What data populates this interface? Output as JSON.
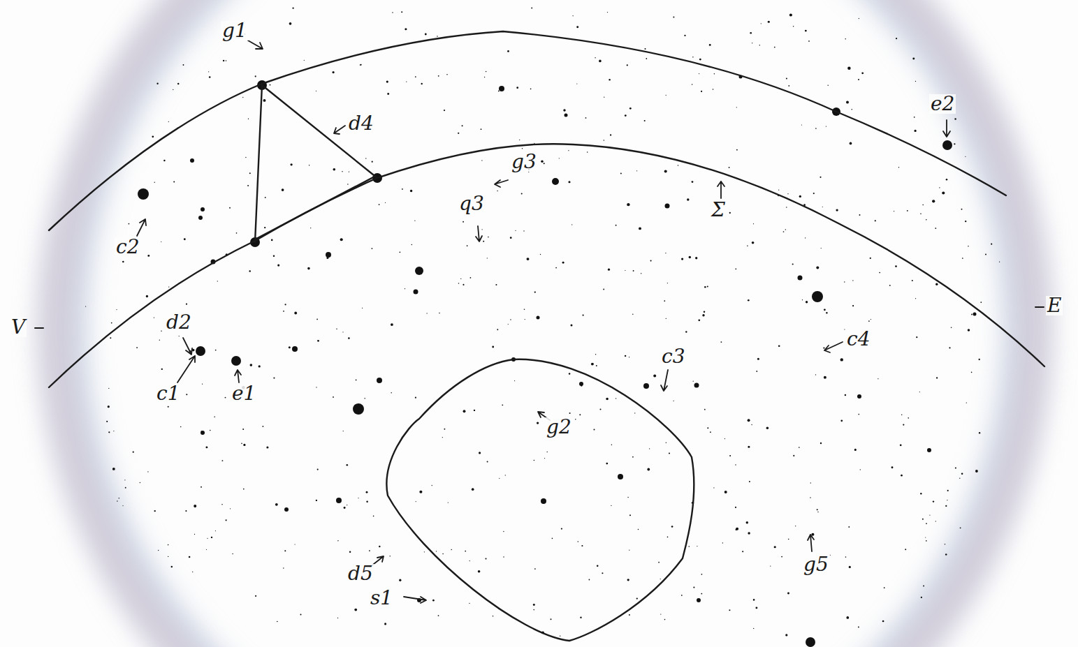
{
  "diagram": {
    "nodes": [
      {
        "text": [
          "g2"
        ]
      }
    ],
    "labels": [
      "g1",
      "d4",
      "e2",
      "c2",
      "q3",
      "g3",
      "Σ",
      "V",
      "E",
      "d2",
      "c1",
      "e1",
      "c3",
      "c4",
      "d5",
      "s1",
      "g5"
    ]
  }
}
